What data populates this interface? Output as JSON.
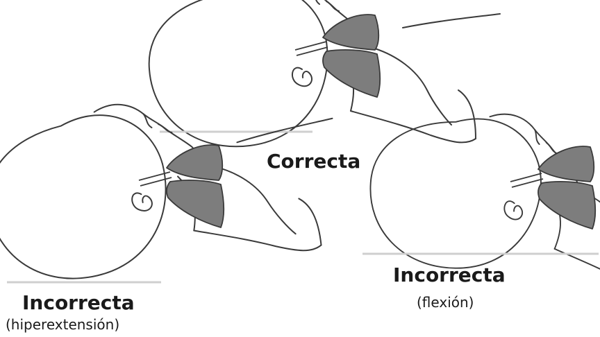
{
  "panels": {
    "correct": {
      "title": "Correcta"
    },
    "hyperextension": {
      "title": "Incorrecta",
      "subtitle": "(hiperextensión)"
    },
    "flexion": {
      "title": "Incorrecta",
      "subtitle": "(flexión)"
    }
  },
  "colors": {
    "outline": "#3a3a3a",
    "lung_fill": "#7d7d7d",
    "surface_line": "#cfcfcf",
    "text": "#1a1a1a"
  }
}
